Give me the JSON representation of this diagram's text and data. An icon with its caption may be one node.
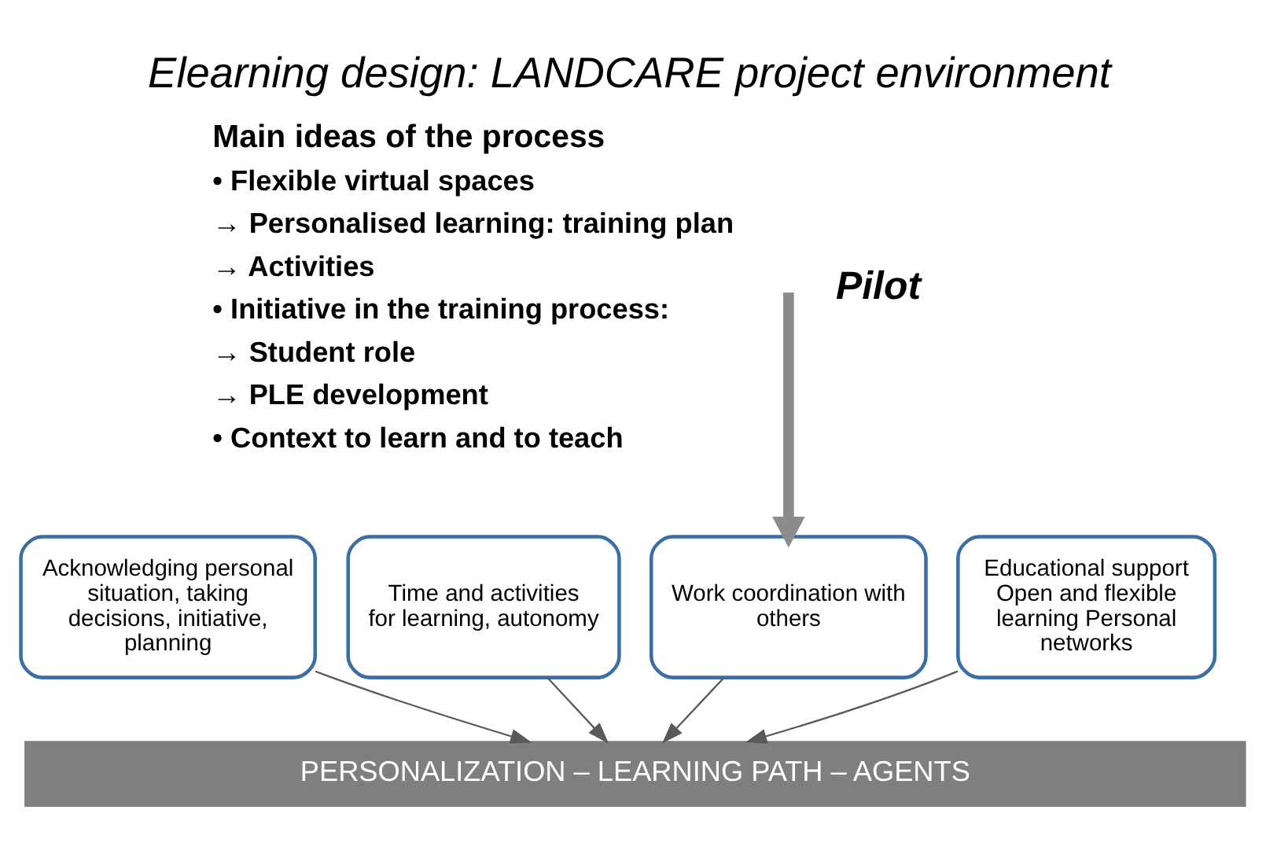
{
  "diagram": {
    "title": "Elearning design: LANDCARE project environment",
    "nodes": [
      {
        "text": [
          "Acknowledging personal situation, taking decisions, initiative, planning"
        ]
      },
      {
        "text": [
          "Time and activities for learning, autonomy"
        ]
      },
      {
        "text": [
          "Work coordination with others"
        ]
      },
      {
        "text": [
          "Educational support Open and flexible learning Personal networks"
        ]
      },
      {
        "text": [
          "PERSONALIZATION – LEARNING PATH – AGENTS"
        ]
      }
    ],
    "edges": [
      {
        "from": null,
        "to": 2,
        "arrow": "to",
        "style": "thick",
        "color": "#8c8c8c"
      },
      {
        "from": 0,
        "to": 4,
        "arrow": "to"
      },
      {
        "from": 1,
        "to": 4,
        "arrow": "to"
      },
      {
        "from": 2,
        "to": 4,
        "arrow": "to"
      },
      {
        "from": 3,
        "to": 4,
        "arrow": "to"
      }
    ],
    "labels": [
      "Main ideas of the process",
      "• Flexible virtual spaces",
      "→ Personalised learning: training plan",
      "→ Activities",
      "• Initiative in the training process:",
      "→ Student role",
      "→ PLE development",
      "• Context to learn and to teach",
      "Pilot"
    ]
  }
}
